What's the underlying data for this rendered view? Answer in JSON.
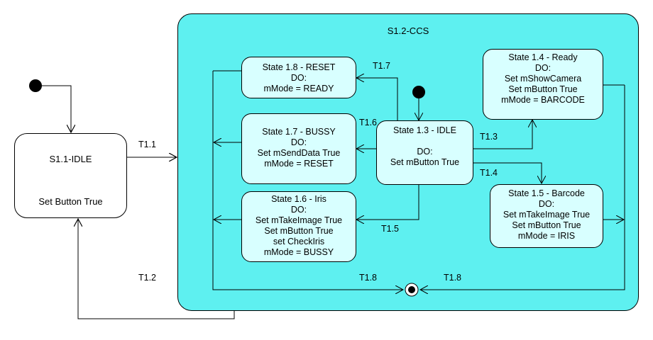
{
  "root_state": {
    "title": "S1.1-IDLE",
    "action": "Set Button True"
  },
  "composite": {
    "title": "S1.2-CCS"
  },
  "states": {
    "s18": [
      "State 1.8 - RESET",
      "DO:",
      "mMode = READY"
    ],
    "s17": [
      "State 1.7 - BUSSY",
      "DO:",
      "Set mSendData True",
      "mMode = RESET"
    ],
    "s16": [
      "State 1.6 - Iris",
      "DO:",
      "Set mTakeImage True",
      "Set mButton True",
      "set CheckIris",
      "mMode = BUSSY"
    ],
    "s13": [
      "State 1.3 - IDLE",
      "",
      "DO:",
      "Set mButton True"
    ],
    "s14": [
      "State 1.4 - Ready",
      "DO:",
      "Set mShowCamera",
      "Set mButton True",
      "mMode = BARCODE"
    ],
    "s15": [
      "State 1.5 - Barcode",
      "DO:",
      "Set mTakeImage True",
      "Set mButton True",
      "mMode = IRIS"
    ]
  },
  "transitions": {
    "t11": "T1.1",
    "t12": "T1.2",
    "t13": "T1.3",
    "t14": "T1.4",
    "t15": "T1.5",
    "t16": "T1.6",
    "t17": "T1.7",
    "t18_left": "T1.8",
    "t18_right": "T1.8"
  },
  "colors": {
    "composite_fill": "#5ef0f0",
    "state_fill": "#d8ffff",
    "line": "#000000"
  }
}
